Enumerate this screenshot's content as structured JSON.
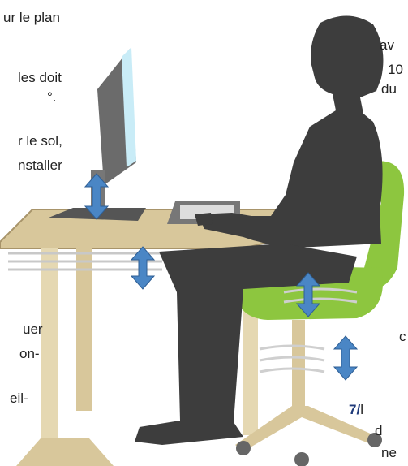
{
  "left_text": [
    "ur le plan",
    "les doit",
    "°.",
    "r le sol,",
    "nstaller",
    "uer",
    "on-",
    "eil-"
  ],
  "right_text": [
    "av",
    "10",
    "du",
    "c"
  ],
  "step_number": "7/",
  "step_text": "l",
  "step_tail": [
    "d",
    "ne"
  ],
  "colors": {
    "person": "#3d3d3d",
    "desk": "#d8c79b",
    "chair_green": "#8dc63f",
    "arrow": "#4a86c5",
    "monitor": "#6b6b6b",
    "screen": "#c9ecf7"
  }
}
